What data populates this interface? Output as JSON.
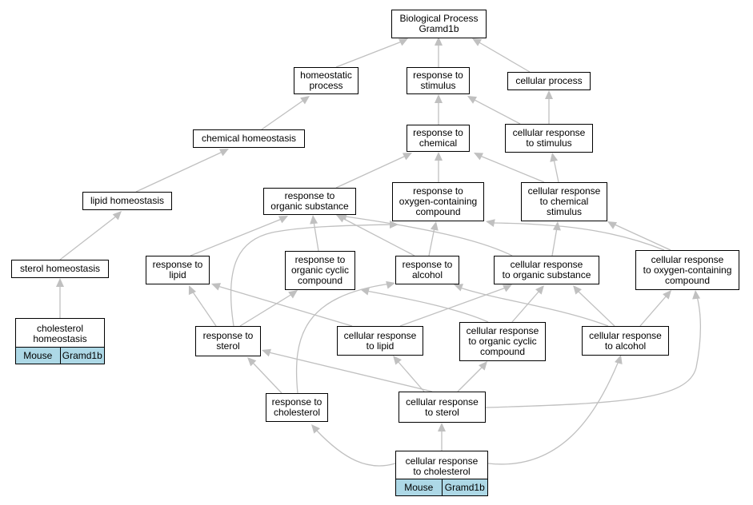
{
  "diagram": {
    "edge_color": "#c0c0c0",
    "tag_color": "#add8e6",
    "nodes": [
      {
        "id": "bp",
        "label": "Biological Process\nGramd1b"
      },
      {
        "id": "homeostatic",
        "label": "homeostatic\nprocess"
      },
      {
        "id": "rstim",
        "label": "response to\nstimulus"
      },
      {
        "id": "cellproc",
        "label": "cellular process"
      },
      {
        "id": "chemhomeo",
        "label": "chemical homeostasis"
      },
      {
        "id": "rchem",
        "label": "response to\nchemical"
      },
      {
        "id": "crstim",
        "label": "cellular response\nto stimulus"
      },
      {
        "id": "lipidhomeo",
        "label": "lipid homeostasis"
      },
      {
        "id": "rorg",
        "label": "response to\norganic substance"
      },
      {
        "id": "roxy",
        "label": "response to\noxygen-containing\ncompound"
      },
      {
        "id": "crchem",
        "label": "cellular response\nto chemical\nstimulus"
      },
      {
        "id": "sterolhomeo",
        "label": "sterol homeostasis"
      },
      {
        "id": "rlipid",
        "label": "response to\nlipid"
      },
      {
        "id": "rocyc",
        "label": "response to\norganic cyclic\ncompound"
      },
      {
        "id": "ralc",
        "label": "response to\nalcohol"
      },
      {
        "id": "crorg",
        "label": "cellular response\nto organic substance"
      },
      {
        "id": "croxy",
        "label": "cellular response\nto oxygen-containing\ncompound"
      },
      {
        "id": "rsterol",
        "label": "response to\nsterol"
      },
      {
        "id": "crlipid",
        "label": "cellular response\nto lipid"
      },
      {
        "id": "crocyc",
        "label": "cellular response\nto organic cyclic\ncompound"
      },
      {
        "id": "cralc",
        "label": "cellular response\nto alcohol"
      },
      {
        "id": "rchol",
        "label": "response to\ncholesterol"
      },
      {
        "id": "crsterol",
        "label": "cellular response\nto sterol"
      }
    ],
    "annotated": [
      {
        "id": "cholhomeo",
        "label": "cholesterol\nhomeostasis",
        "tags": [
          "Mouse",
          "Gramd1b"
        ]
      },
      {
        "id": "crchol",
        "label": "cellular response\nto cholesterol",
        "tags": [
          "Mouse",
          "Gramd1b"
        ]
      }
    ]
  }
}
